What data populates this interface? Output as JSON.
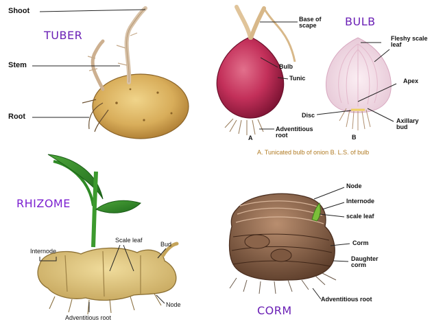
{
  "tuber": {
    "title": "TUBER",
    "labels": {
      "shoot": "Shoot",
      "stem": "Stem",
      "root": "Root"
    }
  },
  "bulb": {
    "title": "BULB",
    "labels": {
      "base_of_scape": "Base of scape",
      "bulb": "Bulb",
      "tunic": "Tunic",
      "adventitious_root": "Adventitious root",
      "fleshy_scale_leaf": "Fleshy scale leaf",
      "apex": "Apex",
      "disc": "Disc",
      "axillary_bud": "Axillary bud",
      "fig_a": "A",
      "fig_b": "B"
    },
    "caption": "A. Tunicated bulb of onion  B. L.S. of bulb"
  },
  "rhizome": {
    "title": "RHIZOME",
    "labels": {
      "internode": "Internode",
      "scale_leaf": "Scale leaf",
      "bud": "Bud",
      "node": "Node",
      "adventitious_root": "Adventitious root"
    }
  },
  "corm": {
    "title": "CORM",
    "labels": {
      "node": "Node",
      "internode": "Internode",
      "scale_leaf": "scale leaf",
      "corm": "Corm",
      "daughter_corm": "Daughter corm",
      "adventitious_root": "Adventitious root"
    }
  }
}
